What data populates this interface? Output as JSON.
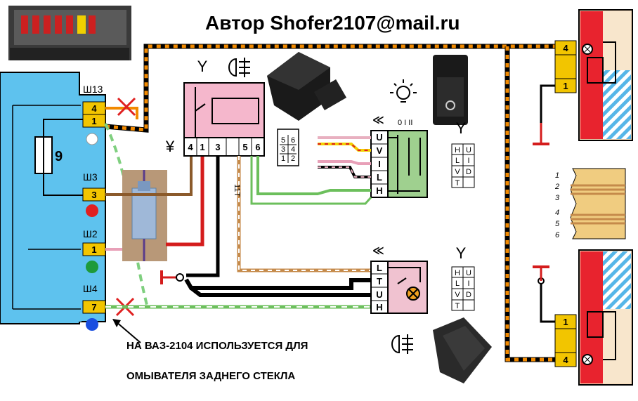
{
  "header": {
    "author": "Автор Shofer2107@mail.ru"
  },
  "notes": {
    "line1": "НА ВАЗ-2104 ИСПОЛЬЗУЕТСЯ ДЛЯ",
    "line2": "ОМЫВАТЕЛЯ ЗАДНЕГО СТЕКЛА"
  },
  "fuse_block": {
    "fuse_number": "9",
    "connectors": [
      {
        "name": "Ш13",
        "pins": [
          "4",
          "1"
        ]
      },
      {
        "name": "Ш3",
        "pins": [
          "3"
        ]
      },
      {
        "name": "Ш2",
        "pins": [
          "1"
        ]
      },
      {
        "name": "Ш4",
        "pins": [
          "7"
        ]
      }
    ]
  },
  "relay": {
    "pins": [
      "4",
      "1",
      "3",
      "5",
      "6"
    ],
    "plug_grid": [
      "5",
      "6",
      "3",
      "4",
      "1",
      "2"
    ]
  },
  "switch_top": {
    "pins": [
      "U",
      "V",
      "I",
      "L",
      "H"
    ],
    "positions": "0 I II",
    "legend": [
      "H",
      "U",
      "L",
      "I",
      "V",
      "D",
      "T"
    ]
  },
  "switch_bottom": {
    "pins": [
      "L",
      "T",
      "U",
      "H"
    ],
    "legend": [
      "H",
      "U",
      "L",
      "I",
      "V",
      "D",
      "T"
    ]
  },
  "wire_label": "11Т",
  "lamp_top": {
    "pins": [
      "4",
      "1"
    ]
  },
  "lamp_bottom": {
    "pins": [
      "1",
      "4"
    ]
  },
  "connector_pins": [
    "1",
    "2",
    "3",
    "4",
    "5",
    "6"
  ],
  "colors": {
    "fuse_block": "#5ec2ee",
    "relay": "#f5b7cc",
    "switch": "#f0c2d0",
    "pin_box": "#f2c500",
    "lamp_red": "#e8232e"
  }
}
